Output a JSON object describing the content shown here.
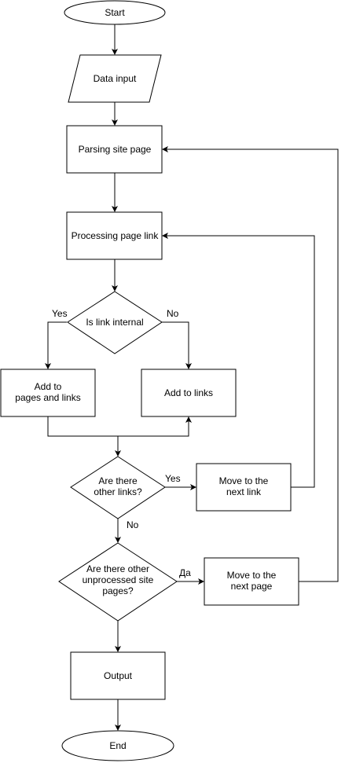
{
  "nodes": {
    "start": "Start",
    "data_input": "Data input",
    "parsing": "Parsing site page",
    "processing": "Processing page link",
    "is_internal": "Is link internal",
    "add_pages_links_1": "Add to",
    "add_pages_links_2": "pages and links",
    "add_links": "Add to links",
    "other_links_1": "Are there",
    "other_links_2": "other links?",
    "next_link_1": "Move to the",
    "next_link_2": "next link",
    "other_pages_1": "Are there other",
    "other_pages_2": "unprocessed site",
    "other_pages_3": "pages?",
    "next_page_1": "Move to the",
    "next_page_2": "next page",
    "output": "Output",
    "end": "End"
  },
  "edges": {
    "internal_yes": "Yes",
    "internal_no": "No",
    "links_yes": "Yes",
    "links_no": "No",
    "pages_yes": "Да"
  }
}
